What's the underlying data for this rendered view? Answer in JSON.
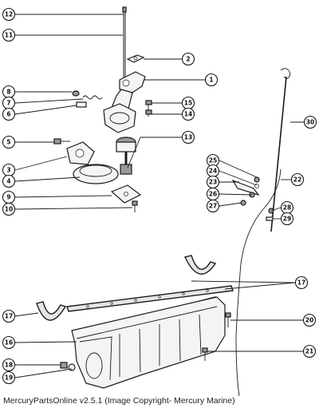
{
  "caption": "MercuryPartsOnline v2.5.1 (Image Copyright- Mercury Marine)",
  "callouts": {
    "c1": "1",
    "c2": "2",
    "c3": "3",
    "c4": "4",
    "c5": "5",
    "c6": "6",
    "c7": "7",
    "c8": "8",
    "c9": "9",
    "c10": "10",
    "c11": "11",
    "c12": "12",
    "c13": "13",
    "c14": "14",
    "c15": "15",
    "c16": "16",
    "c17a": "17",
    "c17b": "17",
    "c18": "18",
    "c19": "19",
    "c20": "20",
    "c21": "21",
    "c22": "22",
    "c23": "23",
    "c24": "24",
    "c25": "25",
    "c26": "26",
    "c27": "27",
    "c28": "28",
    "c29": "29",
    "c30": "30"
  }
}
